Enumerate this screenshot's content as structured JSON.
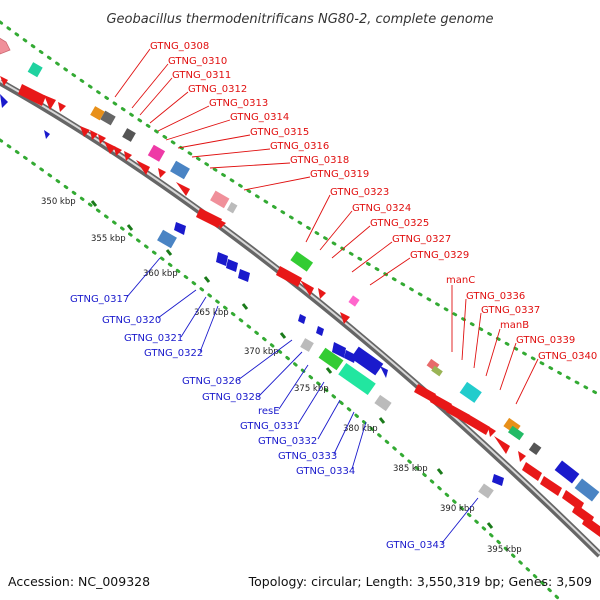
{
  "title": "Geobacillus thermodenitrificans NG80-2, complete genome",
  "footer": {
    "accession": "Accession: NC_009328",
    "topology": "Topology: circular; Length: 3,550,319 bp; Genes: 3,509"
  },
  "ticks": [
    "350 kbp",
    "355 kbp",
    "360 kbp",
    "365 kbp",
    "370 kbp",
    "375 kbp",
    "380 kbp",
    "385 kbp",
    "390 kbp",
    "395 kbp"
  ],
  "labels_plus": [
    "GTNG_0308",
    "GTNG_0310",
    "GTNG_0311",
    "GTNG_0312",
    "GTNG_0313",
    "GTNG_0314",
    "GTNG_0315",
    "GTNG_0316",
    "GTNG_0318",
    "GTNG_0319",
    "GTNG_0323",
    "GTNG_0324",
    "GTNG_0325",
    "GTNG_0327",
    "GTNG_0329",
    "manC",
    "GTNG_0336",
    "GTNG_0337",
    "manB",
    "GTNG_0339",
    "GTNG_0340"
  ],
  "labels_minus": [
    "GTNG_0317",
    "GTNG_0320",
    "GTNG_0321",
    "GTNG_0322",
    "GTNG_0326",
    "GTNG_0328",
    "resE",
    "GTNG_0331",
    "GTNG_0332",
    "GTNG_0333",
    "GTNG_0334",
    "GTNG_0343"
  ],
  "colors": {
    "plus_label": "#e01010",
    "minus_label": "#1a1acc",
    "backbone": "#888888",
    "dots": "#33aa33",
    "ticks": "#1a7a1a"
  }
}
